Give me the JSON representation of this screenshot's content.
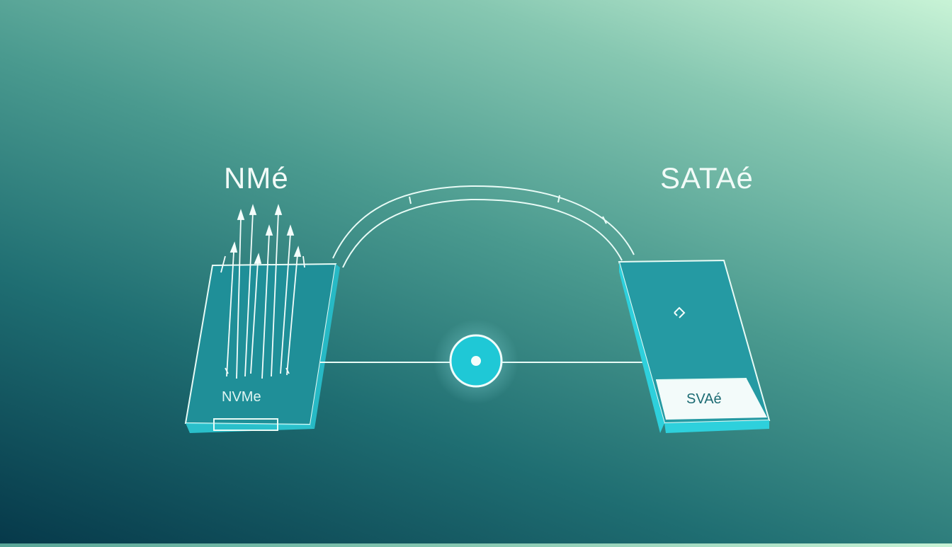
{
  "diagram": {
    "left_title": "NMé",
    "right_title": "SATAé",
    "left_device_label": "NVMe",
    "right_device_label": "SVAé"
  },
  "colors": {
    "line": "#e8fbf6",
    "device_fill": "#2aa5ad",
    "device_edge": "#2ed0dc",
    "node": "#1fd3e0"
  },
  "icons": {
    "left_device_arrows": "arrows-up-down",
    "right_device_icon": "diamond-arrow-icon",
    "center_node": "circle-node-icon"
  }
}
